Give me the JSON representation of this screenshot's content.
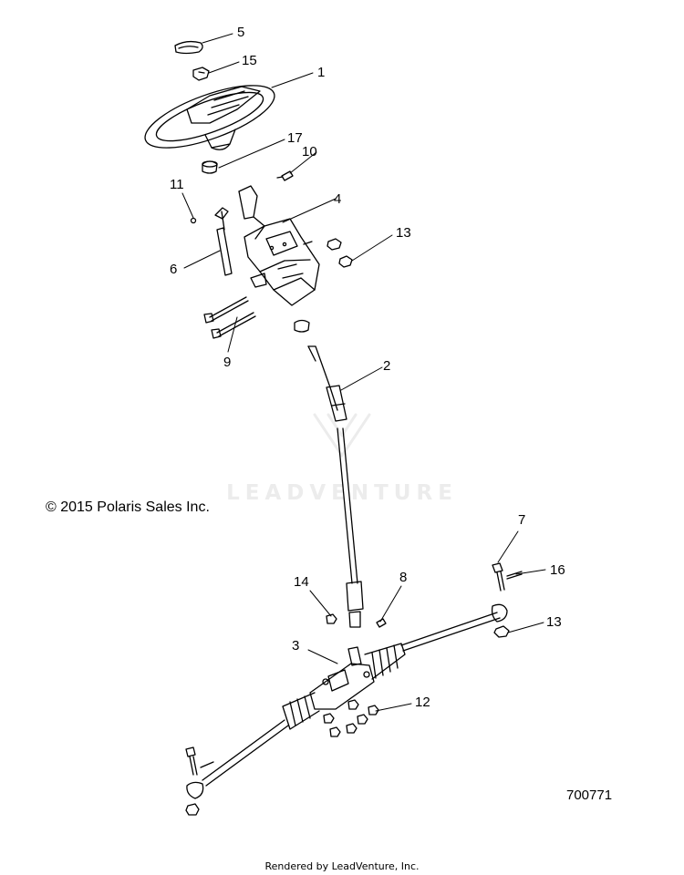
{
  "watermark": "LEADVENTURE",
  "copyright": "© 2015 Polaris Sales Inc.",
  "drawing_number": "700771",
  "footer": "Rendered by LeadVenture, Inc.",
  "callouts": [
    "1",
    "2",
    "3",
    "4",
    "5",
    "6",
    "7",
    "8",
    "9",
    "10",
    "11",
    "12",
    "13",
    "13",
    "14",
    "15",
    "16",
    "17"
  ]
}
